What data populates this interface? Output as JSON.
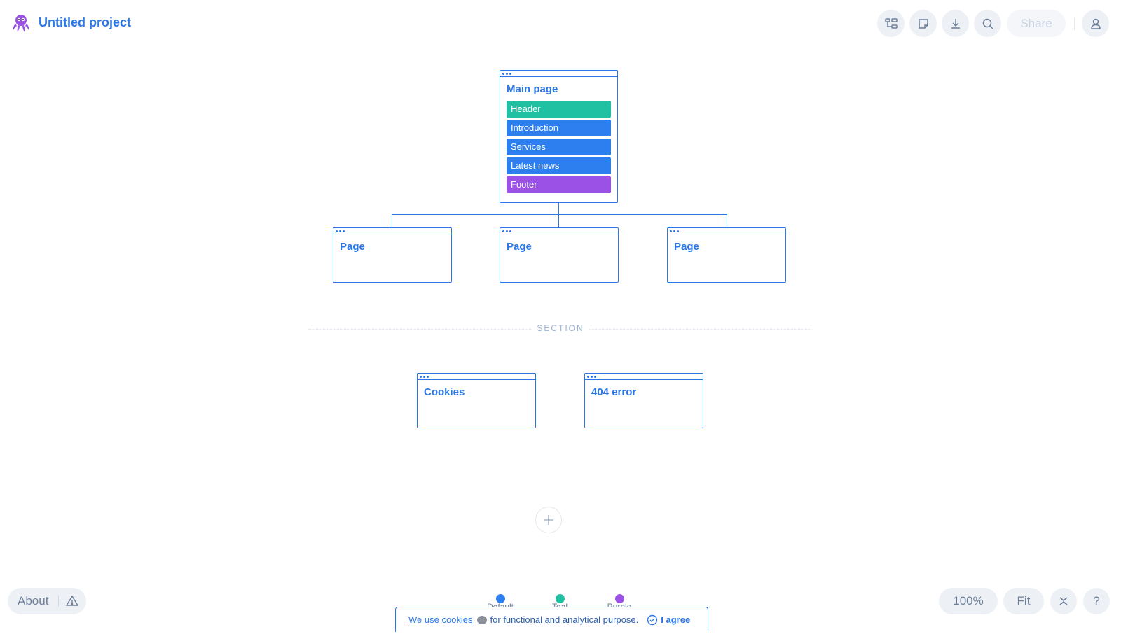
{
  "app": {
    "project_title": "Untitled project",
    "logo_icon": "octopus-logo-icon",
    "brand_color": "#2b77e6"
  },
  "toolbar": {
    "buttons": [
      {
        "name": "sitemap-view-button",
        "icon": "sitemap-icon"
      },
      {
        "name": "notes-button",
        "icon": "sticky-note-icon"
      },
      {
        "name": "download-button",
        "icon": "download-icon"
      },
      {
        "name": "search-button",
        "icon": "search-icon"
      }
    ],
    "share_label": "Share",
    "user_icon": "user-icon"
  },
  "sitemap": {
    "main_page": {
      "title": "Main page",
      "blocks": [
        {
          "label": "Header",
          "color": "#20c0a3"
        },
        {
          "label": "Introduction",
          "color": "#2d7ff0"
        },
        {
          "label": "Services",
          "color": "#2d7ff0"
        },
        {
          "label": "Latest news",
          "color": "#2d7ff0"
        },
        {
          "label": "Footer",
          "color": "#9b51e6"
        }
      ]
    },
    "child_pages": [
      {
        "title": "Page"
      },
      {
        "title": "Page"
      },
      {
        "title": "Page"
      }
    ]
  },
  "section": {
    "label": "SECTION",
    "pages": [
      {
        "title": "Cookies"
      },
      {
        "title": "404 error"
      }
    ]
  },
  "legend": [
    {
      "label": "Default",
      "color": "#2d7ff0"
    },
    {
      "label": "Teal",
      "color": "#20c0a3"
    },
    {
      "label": "Purple",
      "color": "#9b51e6"
    }
  ],
  "bottom_left": {
    "about_label": "About",
    "alert_icon": "warning-icon"
  },
  "bottom_right": {
    "zoom": "100%",
    "fit_label": "Fit",
    "collapse_icon": "collapse-icon",
    "help_label": "?"
  },
  "cookie_banner": {
    "link_text": "We use cookies",
    "text": "for functional and analytical purpose.",
    "agree_label": "I agree"
  }
}
